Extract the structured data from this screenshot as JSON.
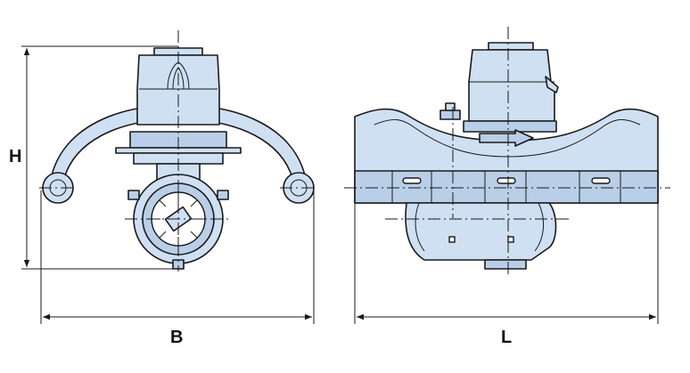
{
  "dimensions": {
    "height_label": "H",
    "width_label": "B",
    "length_label": "L"
  },
  "colors": {
    "body_fill": "#cfe0f2",
    "body_shade": "#b9cfe8",
    "outline": "#1a1a1a",
    "background": "#ffffff"
  }
}
